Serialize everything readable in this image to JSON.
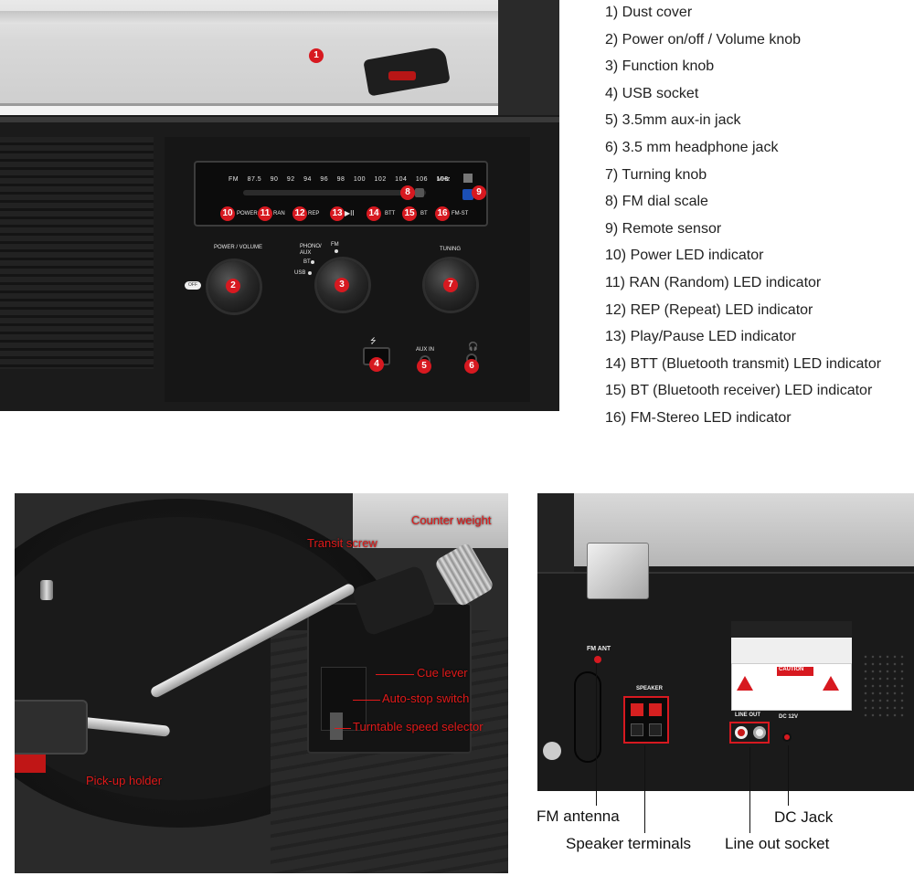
{
  "front_panel": {
    "freq_scale": [
      "FM",
      "87.5",
      "90",
      "92",
      "94",
      "96",
      "98",
      "100",
      "102",
      "104",
      "106",
      "108"
    ],
    "freq_unit": "MHz",
    "leds": [
      {
        "num": "10",
        "label": "POWER"
      },
      {
        "num": "11",
        "label": "RAN"
      },
      {
        "num": "12",
        "label": "REP"
      },
      {
        "num": "13",
        "label": "▶II"
      },
      {
        "num": "14",
        "label": "BTT"
      },
      {
        "num": "15",
        "label": "BT"
      },
      {
        "num": "16",
        "label": "FM-ST"
      }
    ],
    "knob_labels": {
      "power": "POWER / VOLUME",
      "off": "OFF",
      "function_phono": "PHONO/ AUX",
      "function_fm": "FM",
      "function_bt": "BT",
      "function_usb": "USB",
      "tuning": "TUNING"
    },
    "port_labels": {
      "aux": "AUX IN"
    },
    "badges": {
      "dust_cover": "1",
      "power_knob": "2",
      "function_knob": "3",
      "usb": "4",
      "aux": "5",
      "headphone": "6",
      "tuning": "7",
      "dial": "8",
      "sensor": "9"
    },
    "accent_color": "#d71920"
  },
  "legend": [
    "1)   Dust cover",
    "2)   Power on/off / Volume knob",
    "3)   Function knob",
    "4)   USB socket",
    "5)   3.5mm aux-in jack",
    "6)   3.5 mm headphone jack",
    "7)   Turning knob",
    "8)   FM dial scale",
    "9)   Remote sensor",
    "10) Power LED indicator",
    "11) RAN (Random) LED indicator",
    "12) REP (Repeat) LED indicator",
    "13) Play/Pause   LED indicator",
    "14) BTT (Bluetooth transmit) LED indicator",
    "15) BT (Bluetooth receiver) LED indicator",
    "16) FM-Stereo LED indicator"
  ],
  "tonearm_annotations": {
    "counter_weight": "Counter weight",
    "transit_screw": "Transit screw",
    "cue_lever": "Cue lever",
    "auto_stop": "Auto-stop switch",
    "speed_selector": "Turntable speed selector",
    "pickup_holder": "Pick-up holder"
  },
  "rear_panel": {
    "fm_ant": "FM ANT",
    "speaker": "SPEAKER",
    "line_out": "LINE OUT",
    "dc": "DC  12V",
    "caution": "CAUTION",
    "callouts": {
      "fm_antenna": "FM antenna",
      "speaker_terminals": "Speaker terminals",
      "dc_jack": "DC Jack",
      "line_out_socket": "Line out socket"
    }
  }
}
